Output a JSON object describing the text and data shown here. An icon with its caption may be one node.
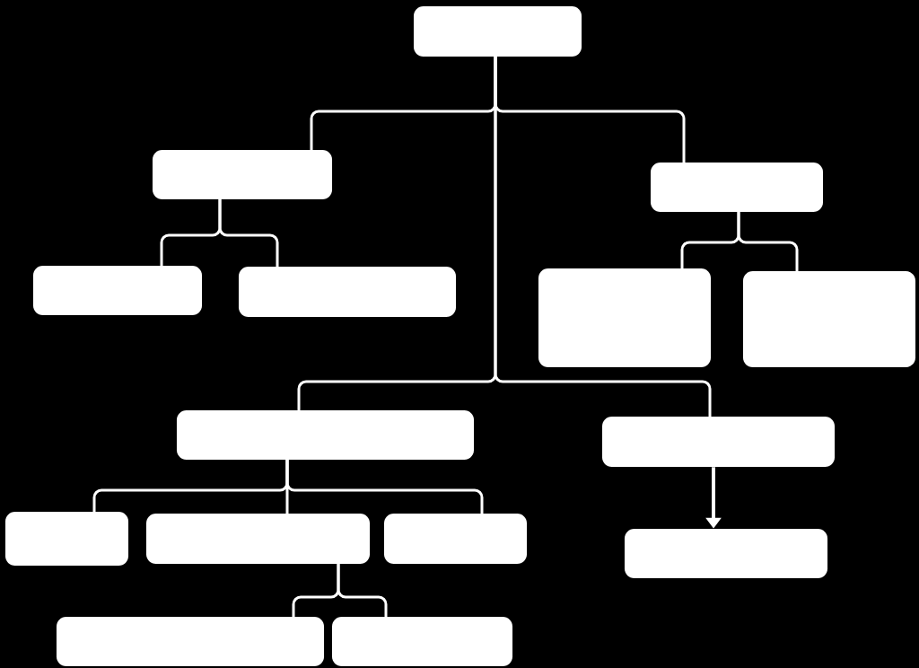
{
  "diagram": {
    "nodes": [
      {
        "text": [],
        "shape": "box"
      },
      {
        "text": [],
        "shape": "box"
      },
      {
        "text": [],
        "shape": "box"
      },
      {
        "text": [],
        "shape": "box"
      },
      {
        "text": [],
        "shape": "box"
      },
      {
        "text": [],
        "shape": "box"
      },
      {
        "text": [],
        "shape": "box"
      },
      {
        "text": [],
        "shape": "box"
      },
      {
        "text": [],
        "shape": "box"
      },
      {
        "text": [],
        "shape": "box"
      },
      {
        "text": [],
        "shape": "box"
      },
      {
        "text": [],
        "shape": "box"
      },
      {
        "text": [],
        "shape": "box"
      },
      {
        "text": [],
        "shape": "box"
      },
      {
        "text": [],
        "shape": "box"
      }
    ],
    "edges": [
      {
        "from": 0,
        "to": 1,
        "arrow": "none"
      },
      {
        "from": 0,
        "to": 2,
        "arrow": "none"
      },
      {
        "from": 0,
        "to": 7,
        "arrow": "none"
      },
      {
        "from": 0,
        "to": 8,
        "arrow": "none"
      },
      {
        "from": 1,
        "to": 3,
        "arrow": "none"
      },
      {
        "from": 1,
        "to": 4,
        "arrow": "none"
      },
      {
        "from": 2,
        "to": 5,
        "arrow": "none"
      },
      {
        "from": 2,
        "to": 6,
        "arrow": "none"
      },
      {
        "from": 7,
        "to": 9,
        "arrow": "none"
      },
      {
        "from": 7,
        "to": 10,
        "arrow": "none"
      },
      {
        "from": 7,
        "to": 11,
        "arrow": "none"
      },
      {
        "from": 8,
        "to": 12,
        "arrow": "to"
      },
      {
        "from": 10,
        "to": 13,
        "arrow": "none"
      },
      {
        "from": 10,
        "to": 14,
        "arrow": "none"
      }
    ]
  }
}
